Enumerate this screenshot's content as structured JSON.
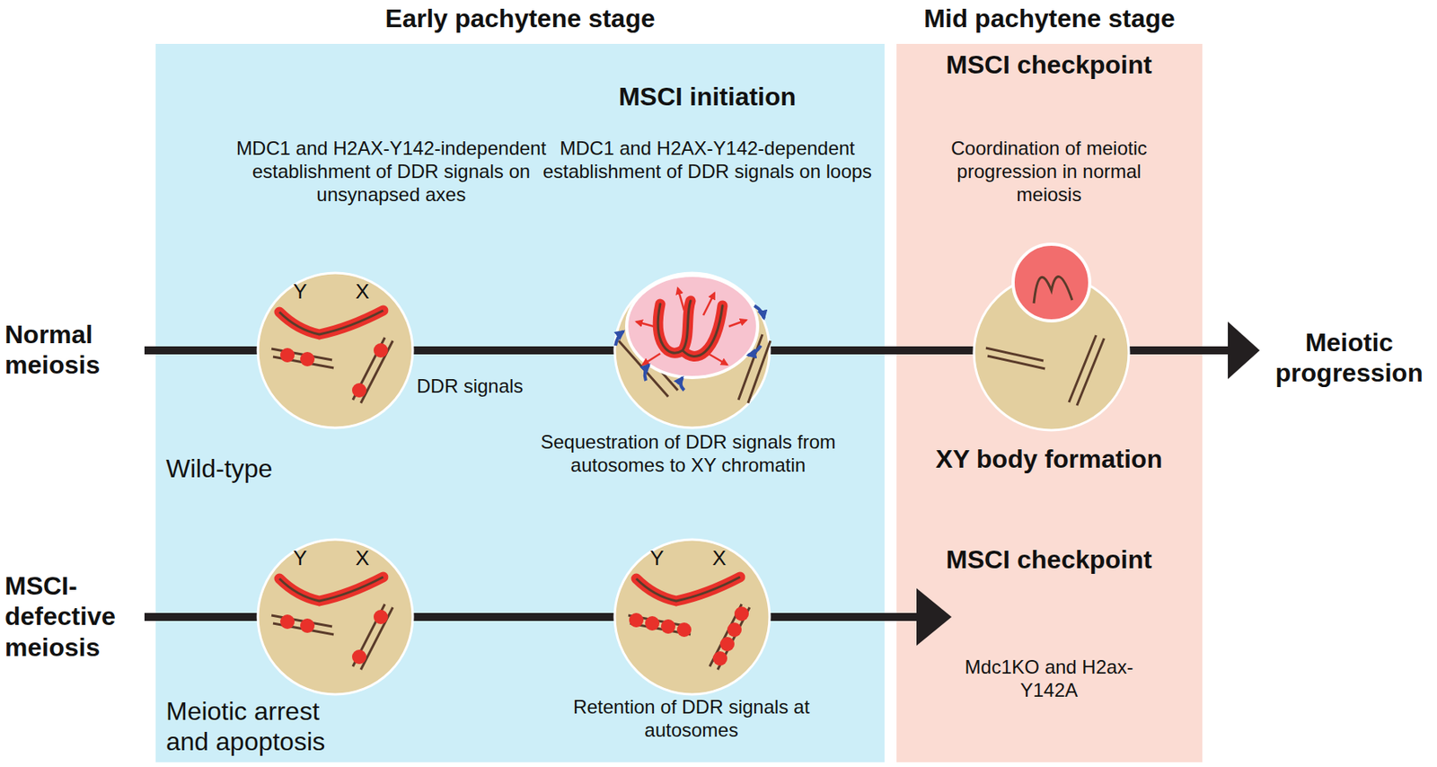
{
  "diagram": {
    "nodes": [
      {
        "text": [
          "Early pachytene stage"
        ]
      },
      {
        "text": [
          "Mid pachytene stage"
        ]
      },
      {
        "text": [
          "Y",
          "X"
        ],
        "in": 0
      },
      {
        "text": [
          "Y",
          "X"
        ],
        "in": 0
      },
      {
        "text": [
          "Y",
          "X"
        ],
        "in": 0
      }
    ],
    "labels": [
      "MSCI initiation",
      "MDC1 and H2AX-Y142-independent establishment of DDR signals on unsynapsed axes",
      "MDC1 and H2AX-Y142-dependent establishment of DDR signals on loops",
      "MSCI checkpoint",
      "Coordination of meiotic progression in normal meiosis",
      "Normal meiosis",
      "DDR signals",
      "Meiotic progression",
      "Wild-type",
      "Sequestration of DDR signals from autosomes to XY chromatin",
      "XY body formation",
      "MSCI-defective meiosis",
      "MSCI checkpoint",
      "Mdc1KO and H2ax-Y142A",
      "Meiotic arrest and apoptosis",
      "Retention of DDR signals at autosomes"
    ]
  }
}
